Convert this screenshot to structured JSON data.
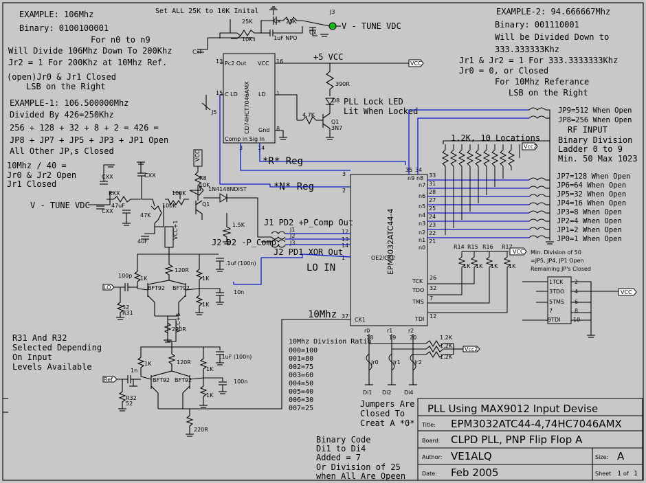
{
  "notes": {
    "example_top": [
      "EXAMPLE: 106Mhz",
      "Binary: 0100100001",
      "For n0 to n9",
      "Will Divide 106Mhz Down To 200Khz",
      "Jr2 = 1 For 200Khz at 10Mhz Ref."
    ],
    "open_note": [
      "(open)Jr0 & Jr1 Closed",
      "LSB on the Right"
    ],
    "example1": [
      "EXAMPLE-1:  106.500000Mhz",
      "Divided By 426=250Khz",
      "256 + 128 + 32 + 8 + 2 = 426 =",
      "JP8 + JP7 + JP5 + JP3 + JP1 Open",
      "All Other JP,s Closed"
    ],
    "div40": [
      "10Mhz / 40 =",
      "Jr0 & Jr2 Open",
      "Jr1 Closed"
    ],
    "r31_note": [
      "R31 And R32",
      "Selected Depending",
      "On Input",
      "Levels Available"
    ],
    "example2": [
      "EXAMPLE-2: 94.666667Mhz",
      "Binary: 001110001",
      "Will be Divided Down to",
      "333.333333Khz",
      "Jr1 & Jr2 = 1 For 333.3333333Khz",
      "Jr0 = 0, or Closed",
      "For 10Mhz Referance",
      "LSB on the Right"
    ],
    "set_all": "Set ALL 25K to 10K Inital",
    "binary_ladder": [
      "RF INPUT",
      "Binary Division",
      "Ladder 0 to 9",
      "Min. 50 Max 1023"
    ],
    "min_div": [
      "Min. Division of 50",
      "=JP5, JP4, JP1 Open",
      "Remaining JP's Closed"
    ],
    "div_ratio_title": "10Mhz Division Ratio",
    "div_ratio": [
      "000=100",
      "001=80",
      "002=75",
      "003=60",
      "004=50",
      "005=40",
      "006=30",
      "007=25"
    ],
    "jumpers": [
      "Jumpers Are",
      "Closed To",
      "Creat A *0*"
    ],
    "binary_code": [
      "Binary Code",
      "Di1 to Di4",
      "Added = 7",
      "Or Division of 25",
      "when All Are Opeen"
    ]
  },
  "labels": {
    "v_tune": "V - TUNE VDC",
    "v_tune2": "V - TUNE VDC",
    "plus5": "+5 VCC",
    "pll_lock": [
      "PLL Lock LED",
      "Lit When Locked"
    ],
    "r_reg": "*R* Reg",
    "n_reg": "*N* Reg",
    "lo_in": "LO IN",
    "mhz10": "10Mhz",
    "chip1": "CD74HCT7046AMX",
    "chip2": "EPM3032ATC44-4",
    "pd2": "J1 PD2 +P_Comp Out",
    "pd1": "J2 PD1 XOR Out",
    "pcomp": "J2 D2 -P_Comp.",
    "diode": "1N4148NDIST",
    "ladder": "1.2K, 10 Locations",
    "j3": "J3",
    "vcc": "VCC",
    "vcc2": "Vcc2",
    "lo": "LO",
    "ref": "Ref"
  },
  "jp_labels": [
    "JP9=512 When Open",
    "JP8=256 When Open",
    "JP7=128 When Open",
    "JP6=64  When Open",
    "JP5=32  When Open",
    "JP4=16  When Open",
    "JP3=8   When Open",
    "JP2=4   When Open",
    "JP1=2   When Open",
    "JP0=1   When Open"
  ],
  "title_block": {
    "title": "PLL Using MAX9012 Input Devise",
    "title_label": "Title:",
    "title_value": "EPM3032ATC44-4,74HC7046AMX",
    "board_label": "Board:",
    "board_value": "CLPD PLL, PNP Flip Flop   A",
    "author_label": "Author:",
    "author_value": "VE1ALQ",
    "size_label": "Size:",
    "size_value": "A",
    "date_label": "Date:",
    "date_value": "Feb 2005",
    "sheet_label": "Sheet",
    "sheet_value": "1",
    "sheet_of": "of",
    "sheet_total": "1"
  }
}
